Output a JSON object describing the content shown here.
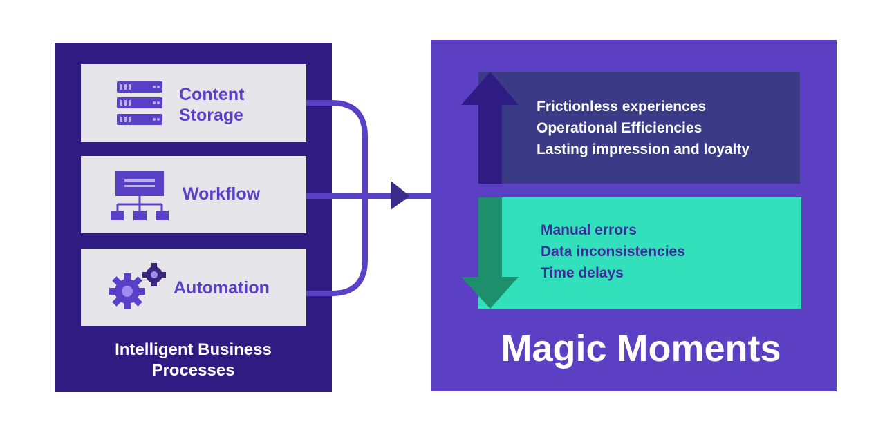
{
  "left_panel": {
    "items": [
      {
        "label_line1": "Content",
        "label_line2": "Storage",
        "icon": "server-stack-icon"
      },
      {
        "label": "Workflow",
        "icon": "workflow-hierarchy-icon"
      },
      {
        "label": "Automation",
        "icon": "gears-icon"
      }
    ],
    "caption_line1": "Intelligent Business",
    "caption_line2": "Processes"
  },
  "right_panel": {
    "up_items": [
      "Frictionless experiences",
      "Operational Efficiencies",
      "Lasting impression and loyalty"
    ],
    "down_items": [
      "Manual errors",
      "Data inconsistencies",
      "Time delays"
    ],
    "title": "Magic Moments"
  },
  "colors": {
    "dark_navy": "#2f1c83",
    "purple": "#5b40c4",
    "accent": "#5a40c6",
    "teal": "#32e0bc",
    "dark_teal": "#1d8f6a",
    "slate": "#3a3a87"
  }
}
